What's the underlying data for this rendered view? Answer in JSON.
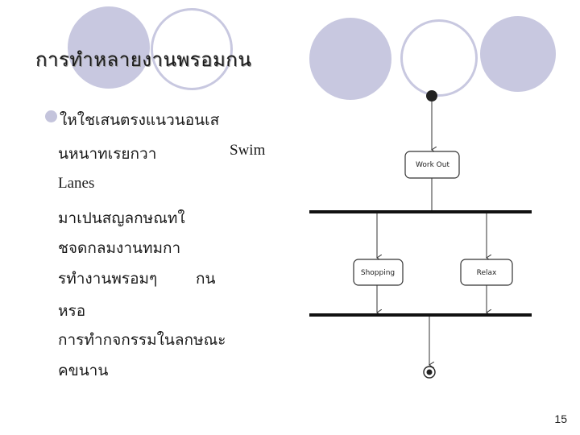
{
  "slide": {
    "title": "การทำหลายงานพรอมกน",
    "body_lines": [
      "ใหใชเสนตรงแนวนอนเส",
      "นหนาทเรยกวา",
      "Swim",
      "Lanes",
      "มาเปนสญลกษณทใ",
      "ชจดกลมงานทมกา",
      "รทำงานพรอมๆ",
      "กน",
      "หรอ",
      "การทำกจกรรมในลกษณะ",
      "คขนาน"
    ],
    "page_number": "15"
  },
  "diagram": {
    "nodes": [
      {
        "id": "work-out",
        "label": "Work Out"
      },
      {
        "id": "shopping",
        "label": "Shopping"
      },
      {
        "id": "relax",
        "label": "Relax"
      }
    ]
  },
  "theme": {
    "decor_circle": "#c8c8e0",
    "ink": "#1a1a1a",
    "bullet": "#c4c4dc"
  }
}
